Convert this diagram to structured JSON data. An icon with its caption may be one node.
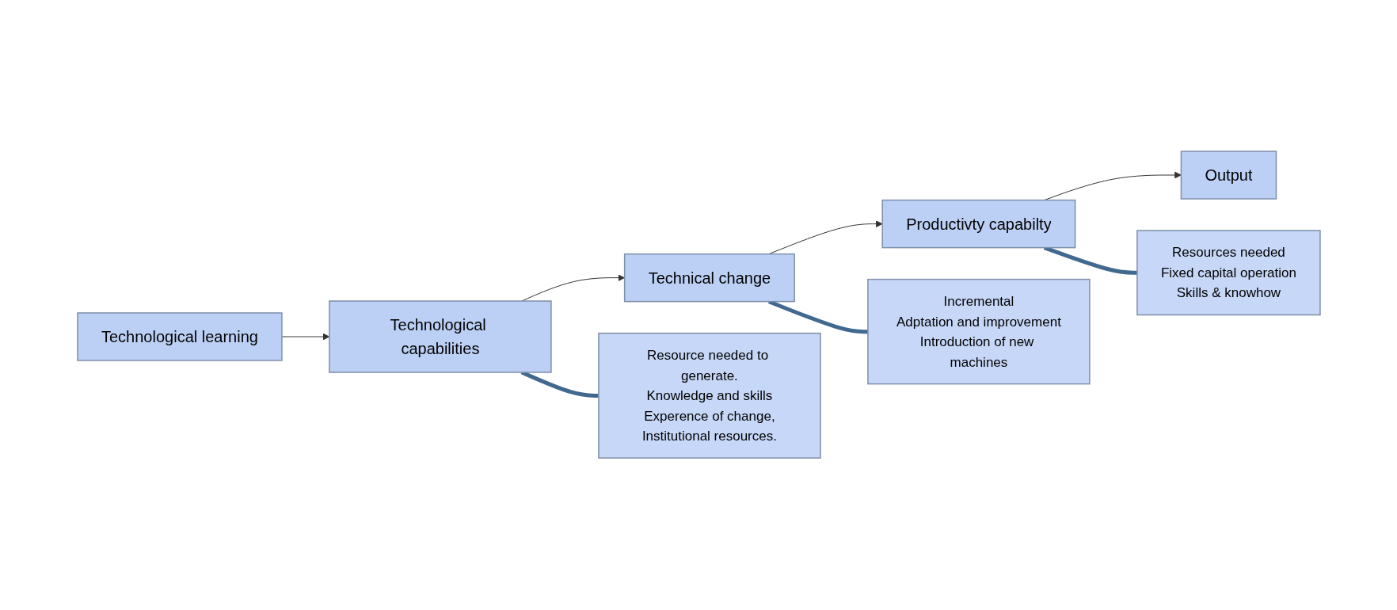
{
  "diagram": {
    "nodes": [
      {
        "text": [
          "Technological learning"
        ]
      },
      {
        "text": [
          "Technological capabilities"
        ]
      },
      {
        "text": [
          "Technical change"
        ]
      },
      {
        "text": [
          "Productivty capabilty"
        ]
      },
      {
        "text": [
          "Output"
        ]
      },
      {
        "text": [
          "Resource needed to generate.",
          "Knowledge and skills",
          "Experence of change,",
          "Institutional resources."
        ]
      },
      {
        "text": [
          "Incremental",
          "Adptation and improvement",
          "Introduction of new machines"
        ]
      },
      {
        "text": [
          "Resources needed",
          "Fixed capital operation",
          "Skills & knowhow"
        ]
      }
    ],
    "edges": [
      {
        "from": 0,
        "to": 1,
        "arrow": "to"
      },
      {
        "from": 1,
        "to": 2,
        "arrow": "to"
      },
      {
        "from": 2,
        "to": 3,
        "arrow": "to"
      },
      {
        "from": 3,
        "to": 4,
        "arrow": "to"
      },
      {
        "from": 1,
        "to": 5,
        "arrow": "none",
        "style": "thick",
        "color": "#41698f"
      },
      {
        "from": 2,
        "to": 6,
        "arrow": "none",
        "style": "thick",
        "color": "#41698f"
      },
      {
        "from": 3,
        "to": 7,
        "arrow": "none",
        "style": "thick",
        "color": "#41698f"
      }
    ]
  }
}
